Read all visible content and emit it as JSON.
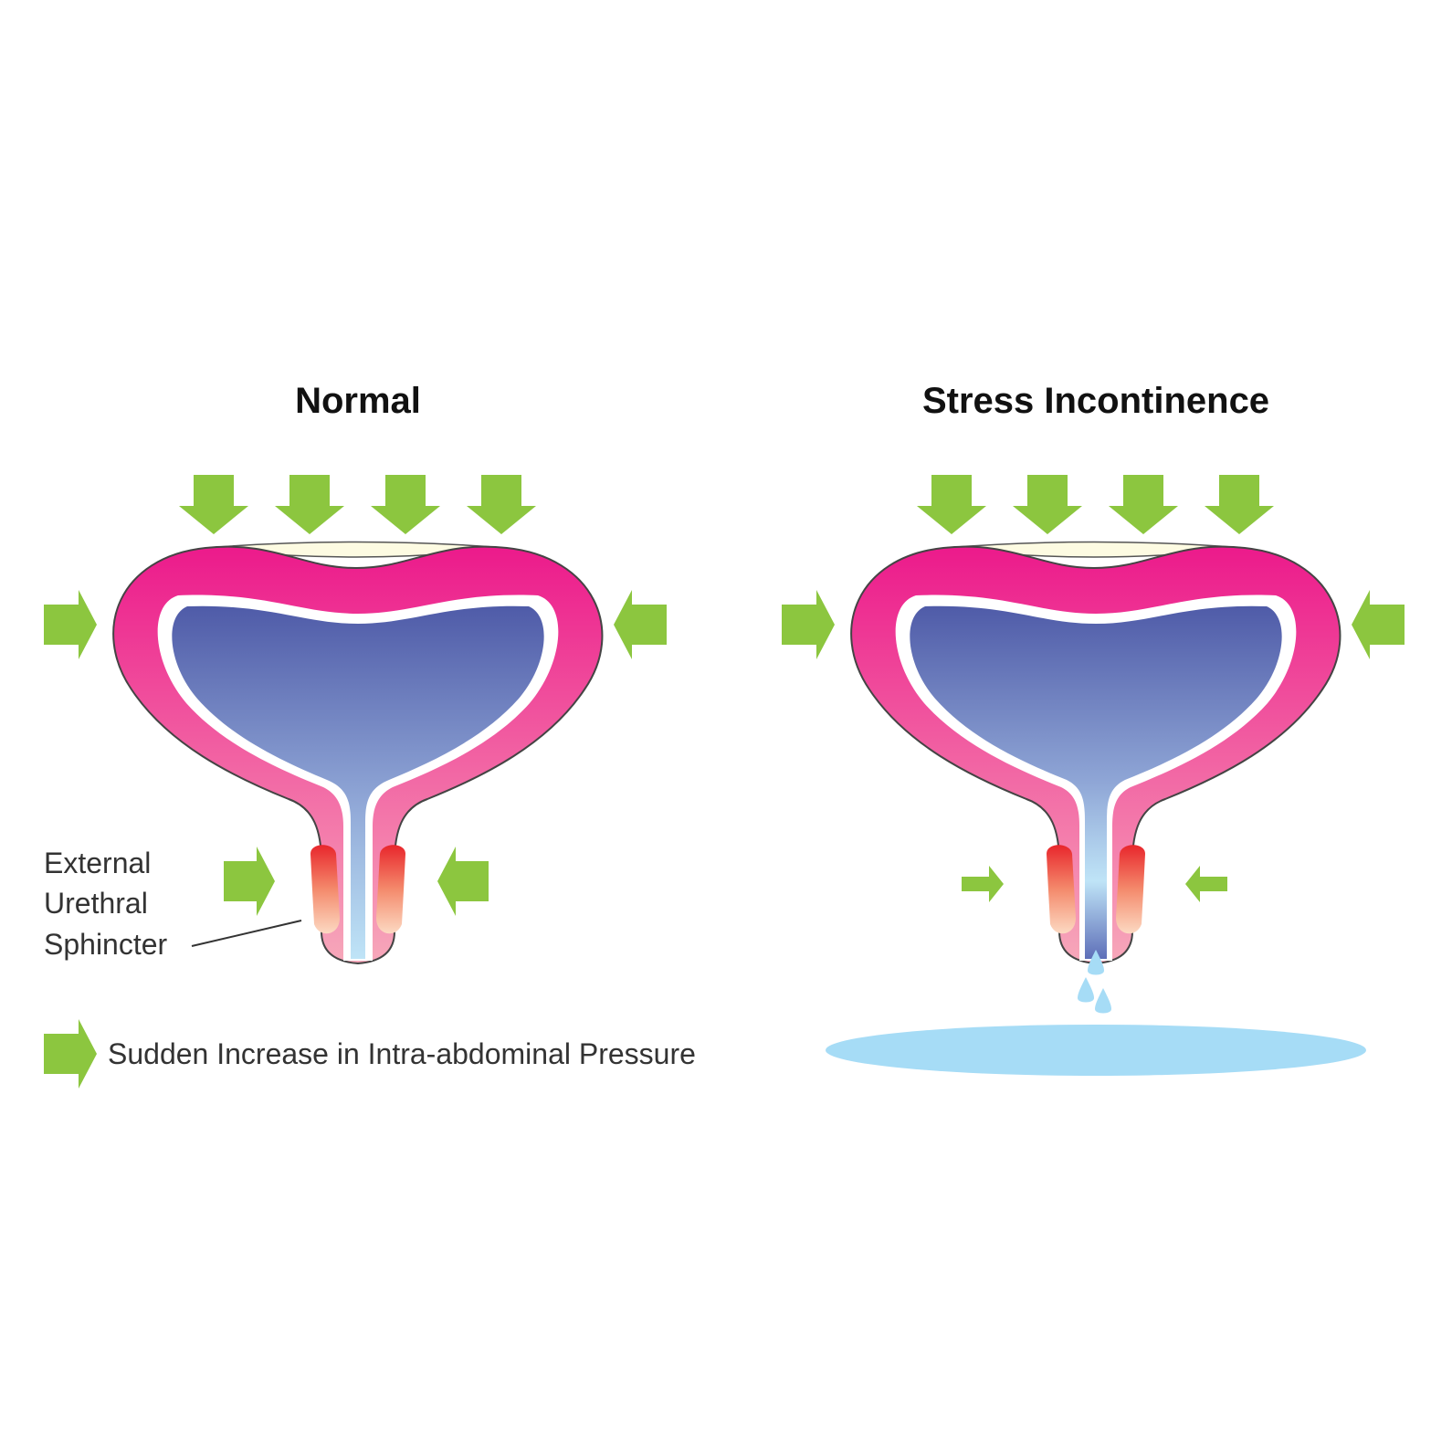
{
  "panels": [
    {
      "id": "normal",
      "title": "Normal"
    },
    {
      "id": "stress",
      "title": "Stress Incontinence"
    }
  ],
  "sphincter_label": {
    "lines": [
      "External",
      "Urethral",
      "Sphincter"
    ]
  },
  "legend": {
    "text": "Sudden Increase in Intra-abdominal Pressure"
  },
  "colors": {
    "arrow": "#8cc63f",
    "bladder_wall_top": "#ec1a8b",
    "bladder_wall_bottom": "#f7a8ba",
    "urine_top": "#4f5ba8",
    "urine_bottom": "#bfe4f7",
    "sphincter_top": "#e8262c",
    "sphincter_bottom": "#fcd9c2",
    "cap": "#fdfbe2",
    "puddle": "#a6dcf6"
  }
}
